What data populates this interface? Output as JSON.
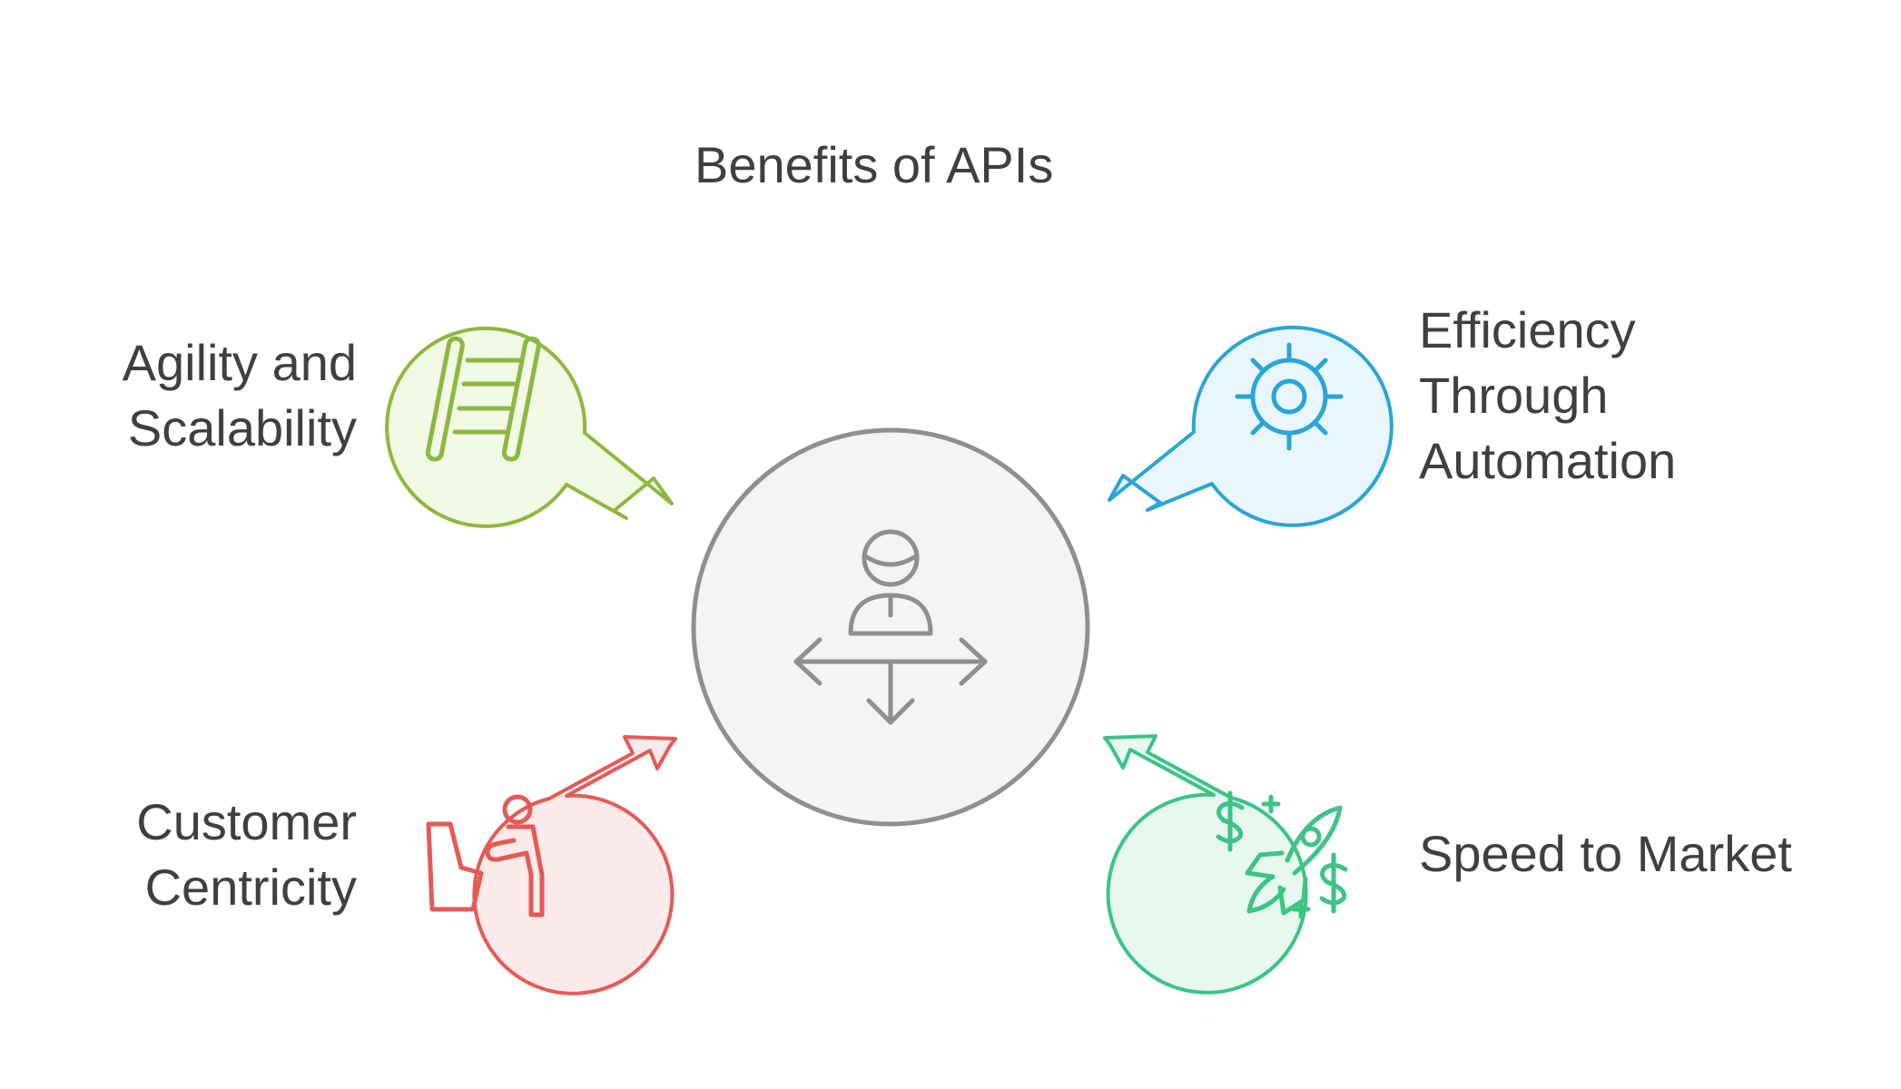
{
  "title": "Benefits of APIs",
  "center": {
    "icon": "person-with-diverging-arrows-icon",
    "color": "#8f8f8f",
    "fill": "#f4f4f4"
  },
  "benefits": [
    {
      "id": "agility",
      "lines": [
        "Agility and",
        "Scalability"
      ],
      "icon": "ladder-icon",
      "color": "#8db83f",
      "fill": "#f2f9e4"
    },
    {
      "id": "efficiency",
      "lines": [
        "Efficiency",
        "Through",
        "Automation"
      ],
      "icon": "gear-icon",
      "color": "#2aa5d6",
      "fill": "#e9f6fd"
    },
    {
      "id": "customer",
      "lines": [
        "Customer",
        "Centricity"
      ],
      "icon": "customer-service-icon",
      "color": "#e55a56",
      "fill": "#fdeaea"
    },
    {
      "id": "speed",
      "lines": [
        "Speed to Market"
      ],
      "icon": "rocket-money-icon",
      "color": "#3cc485",
      "fill": "#e7f8ef"
    }
  ]
}
